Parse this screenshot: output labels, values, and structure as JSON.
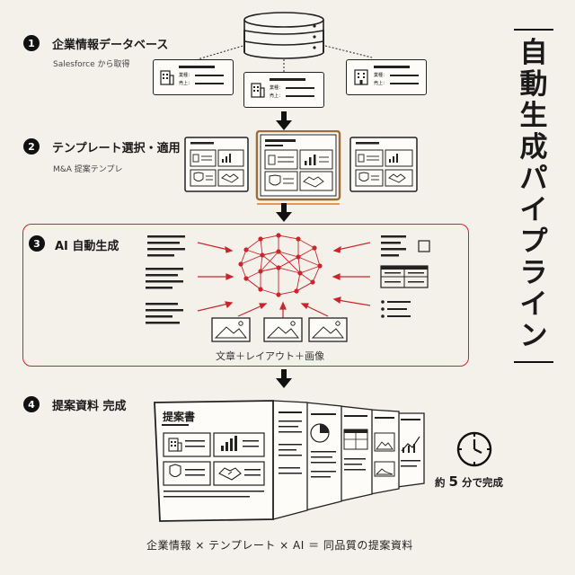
{
  "title_vertical": [
    "自",
    "動",
    "生",
    "成",
    "パ",
    "イ",
    "プ",
    "ラ",
    "イ",
    "ン"
  ],
  "steps": [
    {
      "num": "1",
      "title": "企業情報データベース",
      "subtitle": "Salesforce から取得"
    },
    {
      "num": "2",
      "title": "テンプレート選択・適用",
      "subtitle": "M&A 提案テンプレ"
    },
    {
      "num": "3",
      "title": "AI 自動生成",
      "subtitle": ""
    },
    {
      "num": "4",
      "title": "提案資料 完成",
      "subtitle": ""
    }
  ],
  "company_card": {
    "industry_label": "業種：",
    "sales_label": "売上："
  },
  "ai_caption": "文章＋レイアウト＋画像",
  "proposal_doc_title": "提案書",
  "time_badge": {
    "prefix": "約",
    "number": "5",
    "suffix": "分で完成"
  },
  "footer": "企業情報 × テンプレート × AI ＝ 同品質の提案資料",
  "colors": {
    "accent_red": "#c9262c",
    "highlight_orange": "#e07a1f",
    "background": "#f4f1eb",
    "ink": "#1a1a1a"
  },
  "icons": [
    "database-icon",
    "building-icon",
    "chart-icon",
    "shield-icon",
    "handshake-icon",
    "neural-network-icon",
    "image-icon",
    "clock-icon",
    "pie-chart-icon",
    "table-icon"
  ]
}
